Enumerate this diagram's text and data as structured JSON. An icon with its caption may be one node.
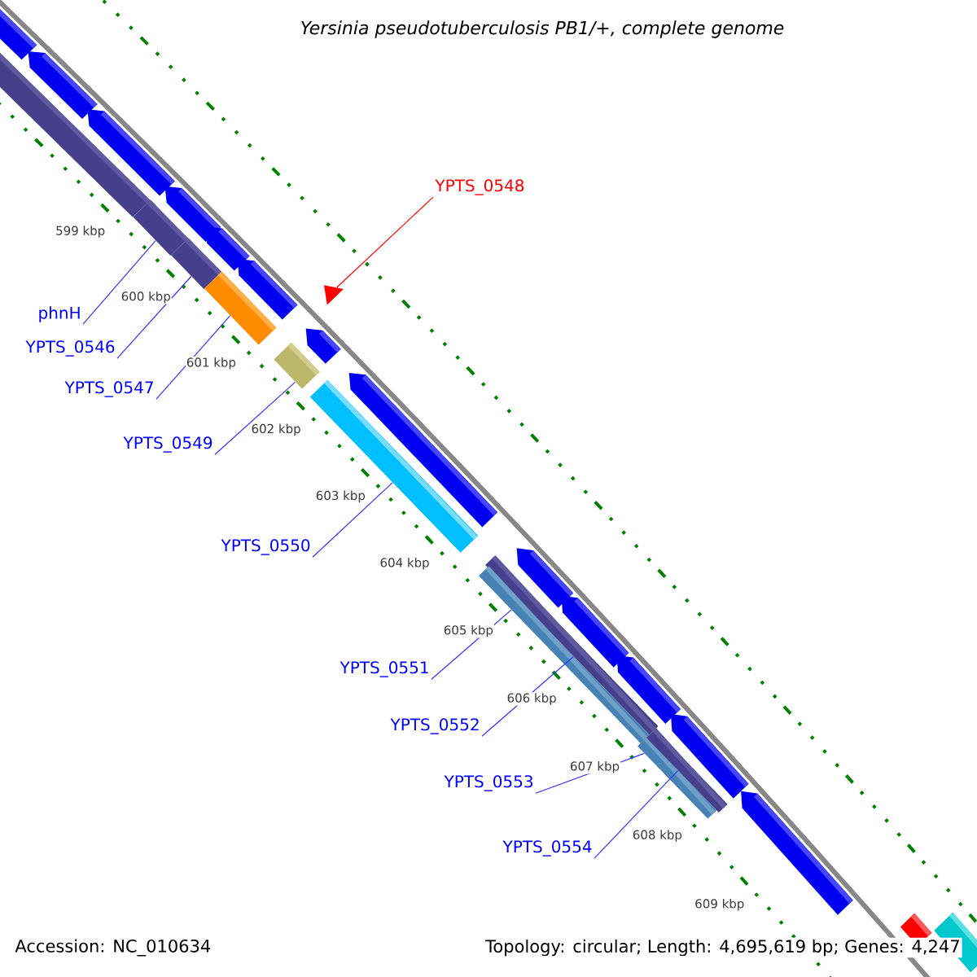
{
  "diagram": {
    "title": "Yersinia pseudotuberculosis PB1/+, complete genome",
    "nodes": [
      {
        "text": [
          "YPTS_0548"
        ]
      },
      {
        "text": [
          "phnH"
        ]
      },
      {
        "text": [
          "YPTS_0546"
        ]
      },
      {
        "text": [
          "YPTS_0547"
        ]
      },
      {
        "text": [
          "YPTS_0549"
        ]
      },
      {
        "text": [
          "YPTS_0550"
        ]
      },
      {
        "text": [
          "YPTS_0551"
        ]
      },
      {
        "text": [
          "YPTS_0552"
        ]
      },
      {
        "text": [
          "YPTS_0553"
        ]
      },
      {
        "text": [
          "YPTS_0554"
        ]
      },
      {
        "text": [],
        "shape": "triangle"
      },
      {
        "text": [],
        "shape": "bar"
      },
      {
        "text": [],
        "shape": "bar"
      },
      {
        "text": [],
        "shape": "bar"
      },
      {
        "text": [],
        "shape": "bar"
      },
      {
        "text": [],
        "shape": "bar"
      },
      {
        "text": [],
        "shape": "bar"
      },
      {
        "text": [],
        "shape": "bar"
      },
      {
        "text": [],
        "shape": "bar"
      },
      {
        "text": [],
        "shape": "bar"
      }
    ],
    "edges": [
      {
        "from": 0,
        "to": 10,
        "arrow": "none",
        "color": "#ff0000"
      },
      {
        "from": 1,
        "to": 11,
        "arrow": "none"
      },
      {
        "from": 2,
        "to": 12,
        "arrow": "none"
      },
      {
        "from": 3,
        "to": 13,
        "arrow": "none"
      },
      {
        "from": 4,
        "to": 14,
        "arrow": "none"
      },
      {
        "from": 5,
        "to": 15,
        "arrow": "none"
      },
      {
        "from": 6,
        "to": 17,
        "arrow": "none"
      },
      {
        "from": 7,
        "to": 16,
        "arrow": "none"
      },
      {
        "from": 8,
        "to": 18,
        "arrow": "none"
      },
      {
        "from": 9,
        "to": 19,
        "arrow": "none"
      }
    ],
    "labels": [
      "599 kbp",
      "600 kbp",
      "601 kbp",
      "602 kbp",
      "603 kbp",
      "604 kbp",
      "605 kbp",
      "606 kbp",
      "607 kbp",
      "608 kbp",
      "609 kbp",
      "Accession: NC_010634",
      "Topology: circular; Length: 4,695,619 bp; Genes: 4,247"
    ]
  }
}
